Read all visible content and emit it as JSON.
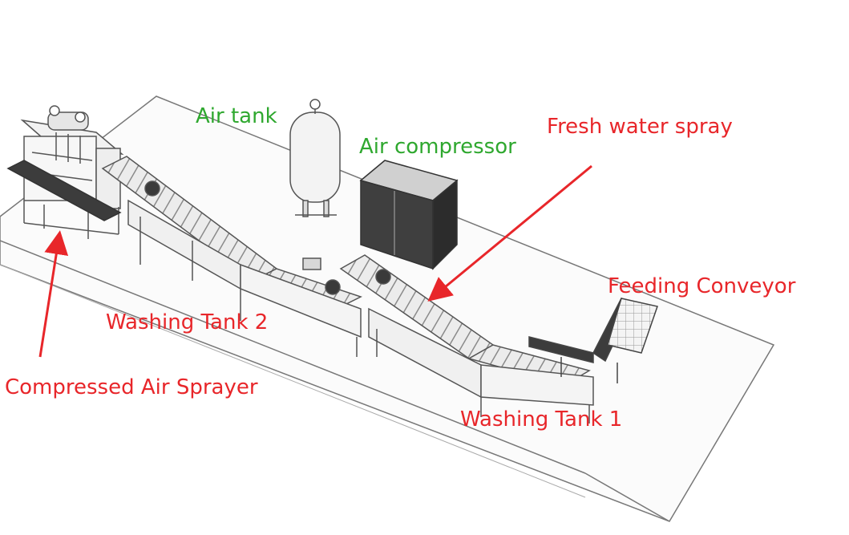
{
  "labels": {
    "air_tank": "Air tank",
    "air_compressor": "Air compressor",
    "fresh_water_spray": "Fresh water spray",
    "feeding_conveyor": "Feeding Conveyor",
    "washing_tank_2": "Washing Tank 2",
    "washing_tank_1": "Washing Tank 1",
    "compressed_air_sprayer": "Compressed Air Sprayer"
  },
  "colors": {
    "annotation_red": "#e8262a",
    "annotation_green": "#2fa82f",
    "machine_line": "#555555",
    "floor_line": "#777777"
  }
}
